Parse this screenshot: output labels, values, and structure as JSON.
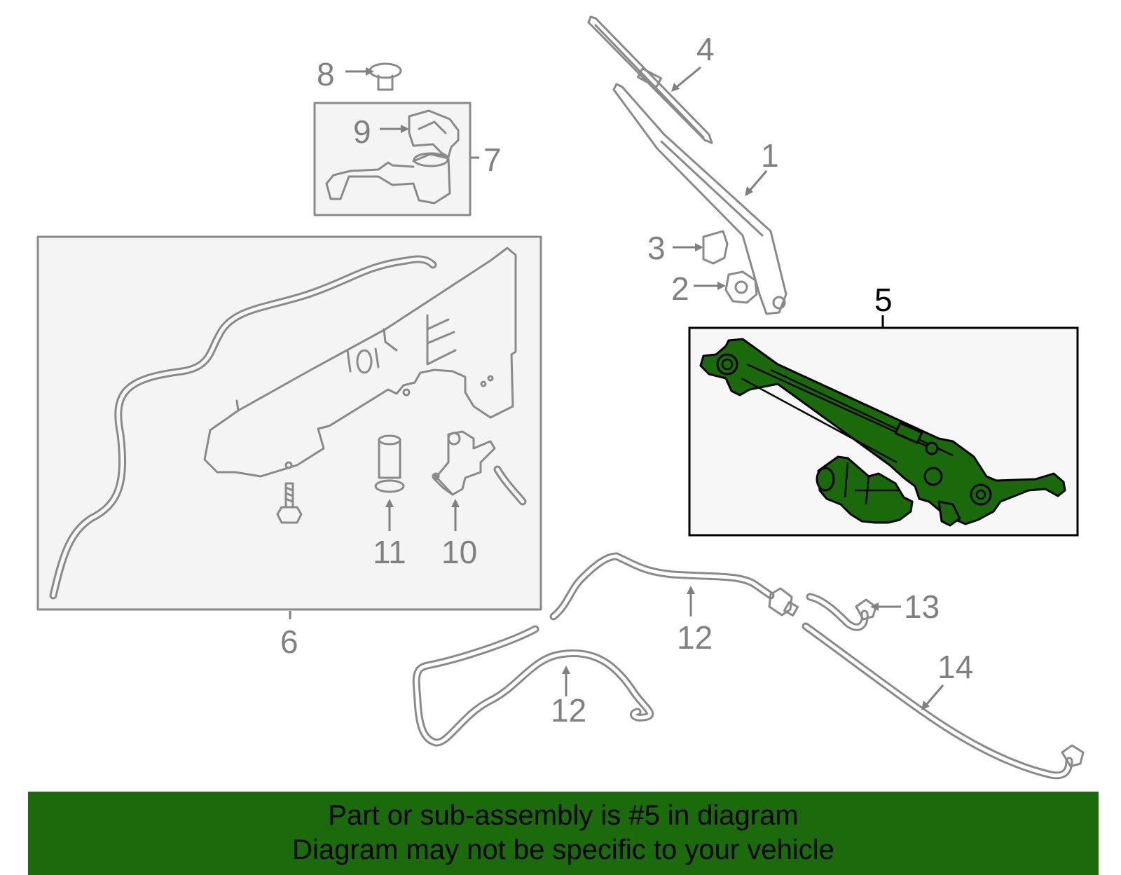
{
  "callouts": {
    "c1": "1",
    "c2": "2",
    "c3": "3",
    "c4": "4",
    "c5": "5",
    "c6": "6",
    "c7": "7",
    "c8": "8",
    "c9": "9",
    "c10": "10",
    "c11": "11",
    "c12a": "12",
    "c12b": "12",
    "c13": "13",
    "c14": "14"
  },
  "banner": {
    "line1": "Part or sub-assembly is #5 in diagram",
    "line2": "Diagram may not be specific to your vehicle"
  },
  "colors": {
    "highlight_green": "#1b6b0c",
    "line_grey": "#8a8a8a",
    "panel_grey": "#f4f4f4"
  }
}
